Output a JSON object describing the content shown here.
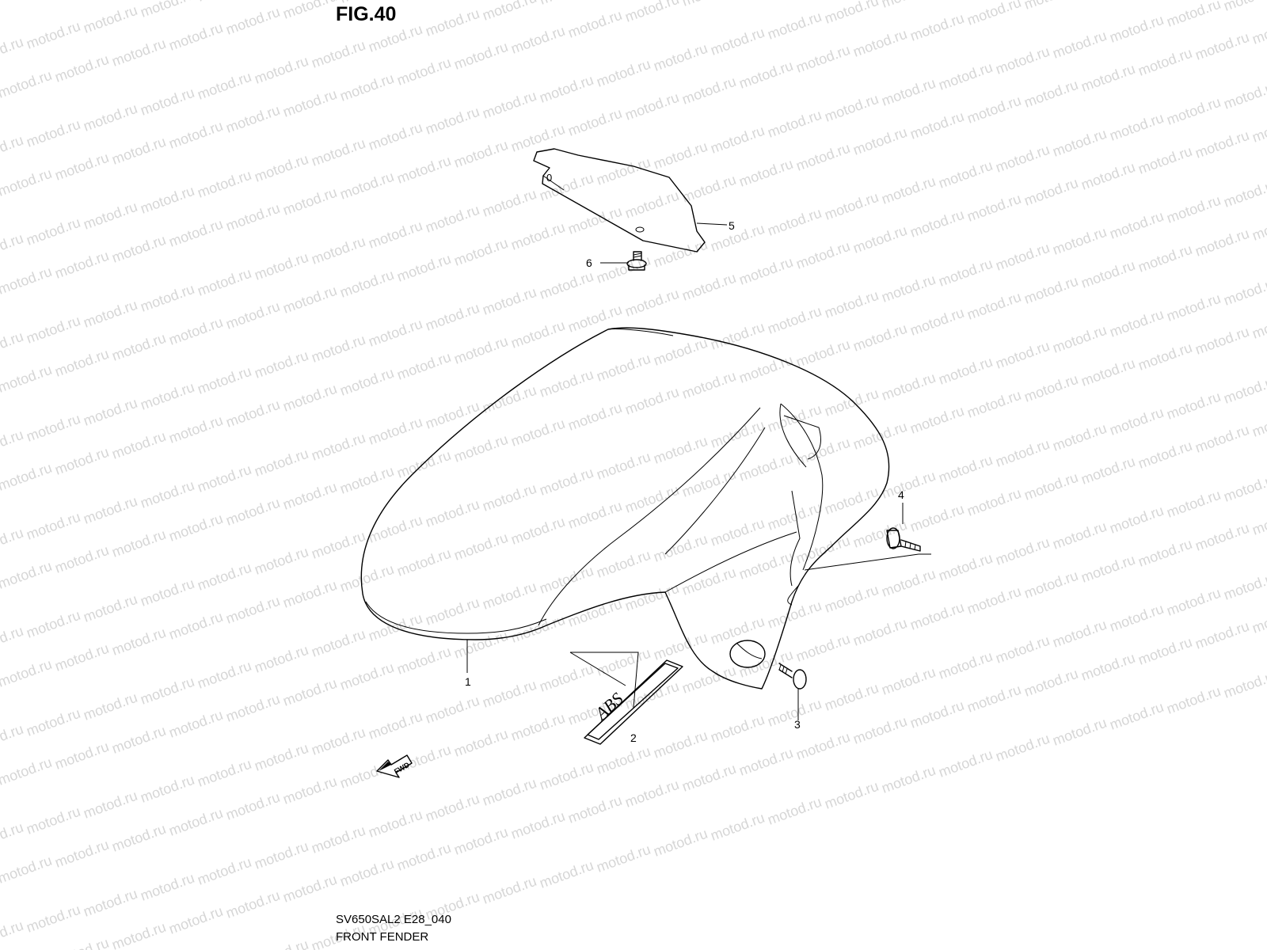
{
  "figure": {
    "title": "FIG.40",
    "diagram_code": "SV650SAL2 E28_040",
    "diagram_name": "FRONT FENDER"
  },
  "watermark": {
    "text": "motod.ru",
    "color": "#d6d6d6"
  },
  "part_numbers": [
    "1",
    "2",
    "3",
    "4",
    "5",
    "6"
  ],
  "emblem_text": "ABS",
  "direction_arrow": {
    "label": "FWD",
    "icon": "forward-direction-arrow-icon"
  },
  "colors": {
    "line": "#000000",
    "background": "#ffffff"
  }
}
